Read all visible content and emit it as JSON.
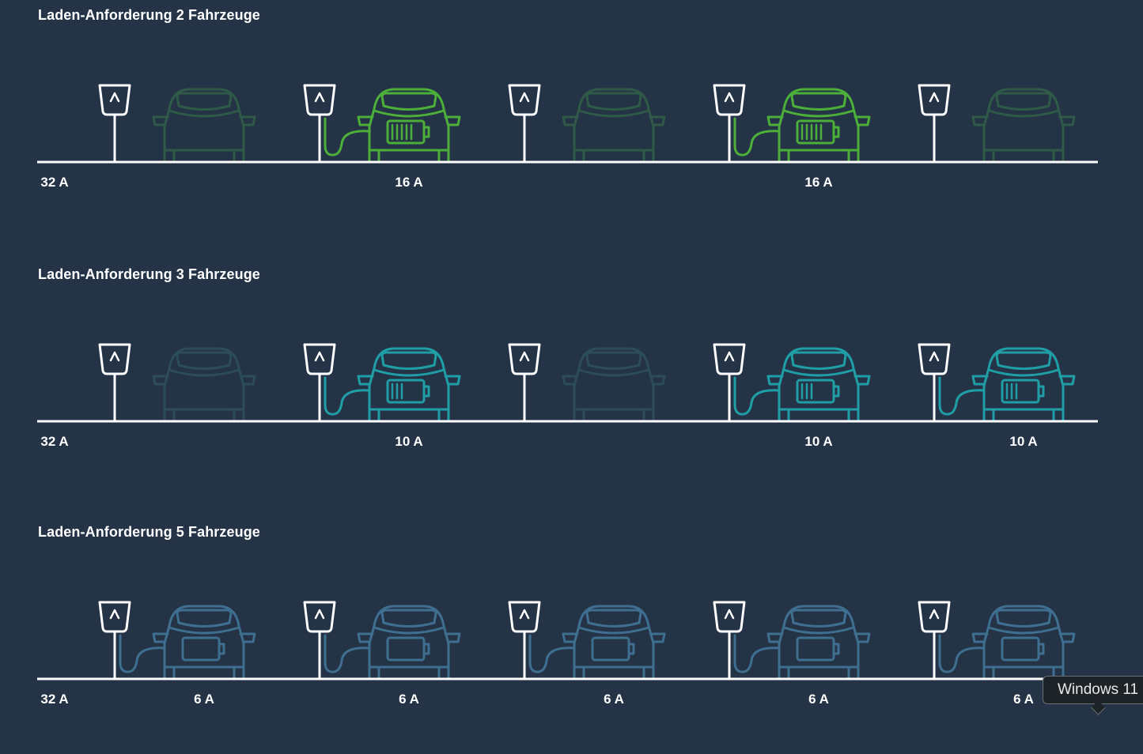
{
  "colors": {
    "background": "#243346",
    "ground": "#ffffff",
    "charger": "#ffffff",
    "scenario_active": [
      "#4caf3a",
      "#1f9ea6",
      "#3f6f90"
    ],
    "scenario_inactive": [
      "#2f5a48",
      "#2c4c5a",
      "#34556b"
    ]
  },
  "icons": {
    "charger": "charger-post-icon",
    "car": "car-icon",
    "battery": "battery-icon",
    "cable": "charging-cable-icon"
  },
  "scenarios": [
    {
      "title": "Laden-Anforderung 2 Fahrzeuge",
      "total_label": "32 A",
      "stations": [
        {
          "active": false,
          "amps": ""
        },
        {
          "active": true,
          "amps": "16 A"
        },
        {
          "active": false,
          "amps": ""
        },
        {
          "active": true,
          "amps": "16 A"
        },
        {
          "active": false,
          "amps": ""
        }
      ]
    },
    {
      "title": "Laden-Anforderung 3 Fahrzeuge",
      "total_label": "32 A",
      "stations": [
        {
          "active": false,
          "amps": ""
        },
        {
          "active": true,
          "amps": "10 A"
        },
        {
          "active": false,
          "amps": ""
        },
        {
          "active": true,
          "amps": "10 A"
        },
        {
          "active": true,
          "amps": "10 A"
        }
      ]
    },
    {
      "title": "Laden-Anforderung 5 Fahrzeuge",
      "total_label": "32 A",
      "stations": [
        {
          "active": true,
          "amps": "6 A"
        },
        {
          "active": true,
          "amps": "6 A"
        },
        {
          "active": true,
          "amps": "6 A"
        },
        {
          "active": true,
          "amps": "6 A"
        },
        {
          "active": true,
          "amps": "6 A"
        }
      ]
    }
  ],
  "tooltip": {
    "text": "Windows 11"
  }
}
